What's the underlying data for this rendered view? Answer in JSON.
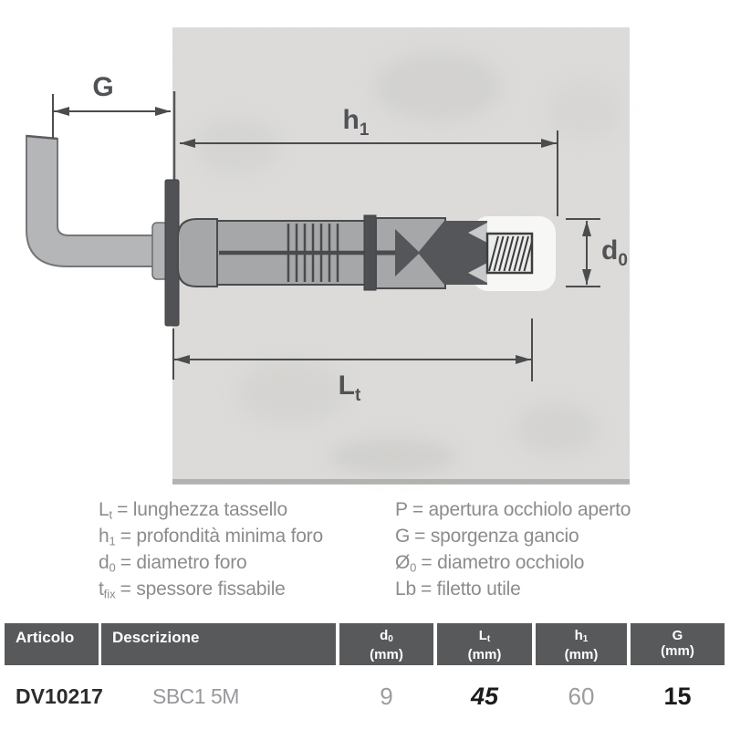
{
  "diagram": {
    "dimension_labels": {
      "g": "G",
      "h1_base": "h",
      "h1_sub": "1",
      "d0_base": "d",
      "d0_sub": "0",
      "lt_base": "L",
      "lt_sub": "t"
    }
  },
  "legend": {
    "left": [
      {
        "sym": "L",
        "sub": "t",
        "text": "= lunghezza tassello"
      },
      {
        "sym": "h",
        "sub": "1",
        "text": "= profondità minima foro"
      },
      {
        "sym": "d",
        "sub": "0",
        "text": "= diametro foro"
      },
      {
        "sym": "t",
        "sub": "fix",
        "text": "= spessore fissabile"
      }
    ],
    "right": [
      {
        "sym": "P",
        "sub": "",
        "text": "= apertura occhiolo aperto"
      },
      {
        "sym": "G",
        "sub": "",
        "text": "= sporgenza gancio"
      },
      {
        "sym": "Ø",
        "sub": "0",
        "text": "= diametro occhiolo"
      },
      {
        "sym": "Lb",
        "sub": "",
        "text": "= filetto utile"
      }
    ]
  },
  "table": {
    "headers": {
      "articolo": "Articolo",
      "descrizione": "Descrizione",
      "d0_base": "d",
      "d0_sub": "0",
      "lt_base": "L",
      "lt_sub": "t",
      "h1_base": "h",
      "h1_sub": "1",
      "g_base": "G",
      "unit": "(mm)"
    },
    "rows": [
      {
        "articolo": "DV10217",
        "descrizione": "SBC1 5M",
        "d0": "9",
        "lt": "45",
        "h1": "60",
        "g": "15"
      }
    ]
  },
  "colors": {
    "table_header_bg": "#58595b",
    "concrete": "#dcdbd9",
    "anchor_light": "#a6a7a9",
    "anchor_dark": "#55565a",
    "dimension": "#4b4c4e"
  }
}
